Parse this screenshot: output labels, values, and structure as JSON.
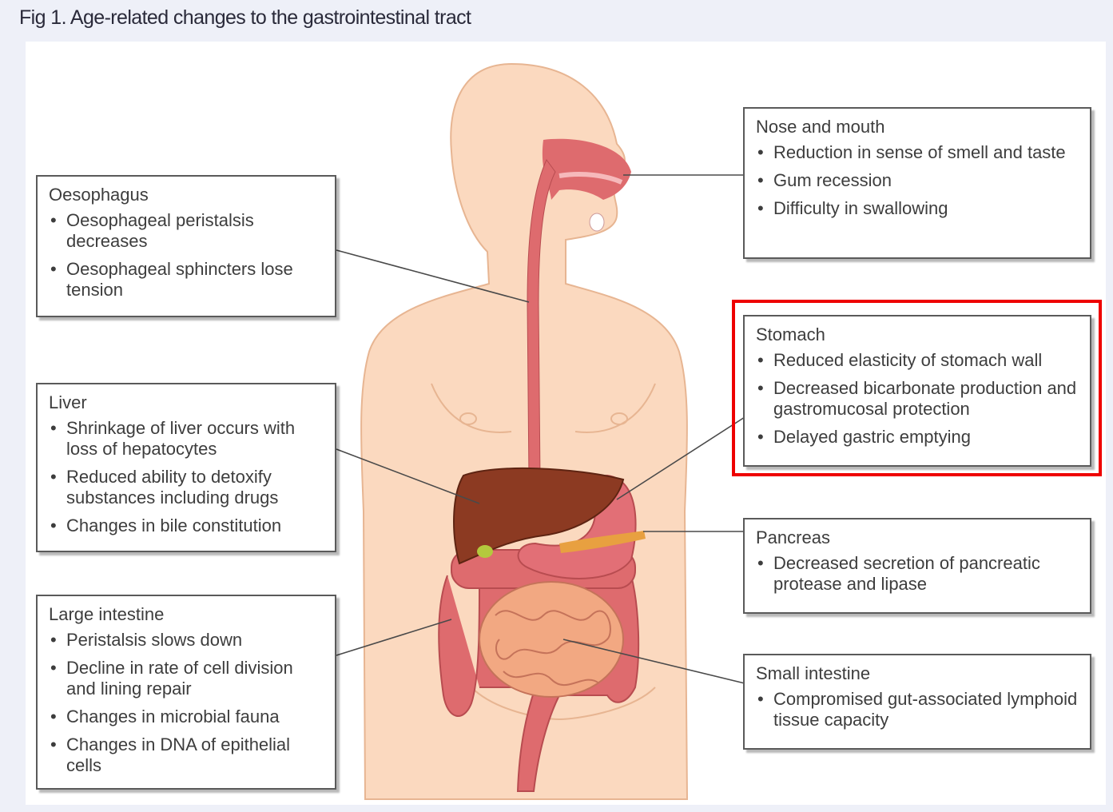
{
  "title": "Fig 1. Age-related changes to the gastrointestinal tract",
  "boxes": {
    "oesophagus": {
      "heading": "Oesophagus",
      "items": [
        "Oesophageal peristalsis decreases",
        "Oesophageal sphincters lose tension"
      ]
    },
    "liver": {
      "heading": "Liver",
      "items": [
        "Shrinkage of liver occurs with loss of hepatocytes",
        "Reduced ability to detoxify substances including drugs",
        "Changes in bile constitution"
      ]
    },
    "large_intestine": {
      "heading": "Large intestine",
      "items": [
        "Peristalsis slows down",
        "Decline in rate of cell division and lining repair",
        "Changes in microbial fauna",
        "Changes in DNA of epithelial cells"
      ]
    },
    "nose_mouth": {
      "heading": "Nose and mouth",
      "items": [
        "Reduction in sense of smell and taste",
        "Gum recession",
        "Difficulty in swallowing"
      ]
    },
    "stomach": {
      "heading": "Stomach",
      "items": [
        "Reduced elasticity of stomach wall",
        "Decreased bicarbonate production and gastromucosal protection",
        "Delayed gastric emptying"
      ]
    },
    "pancreas": {
      "heading": "Pancreas",
      "items": [
        "Decreased secretion of pancreatic protease and lipase"
      ]
    },
    "small_intestine": {
      "heading": "Small intestine",
      "items": [
        "Compromised gut-associated lymphoid tissue capacity"
      ]
    }
  },
  "highlighted_box": "stomach",
  "colors": {
    "skin": "#fbd9bf",
    "skin_outline": "#e7b592",
    "organ": "#de6b6e",
    "liver": "#8c3a22",
    "highlight": "#ee0000"
  }
}
